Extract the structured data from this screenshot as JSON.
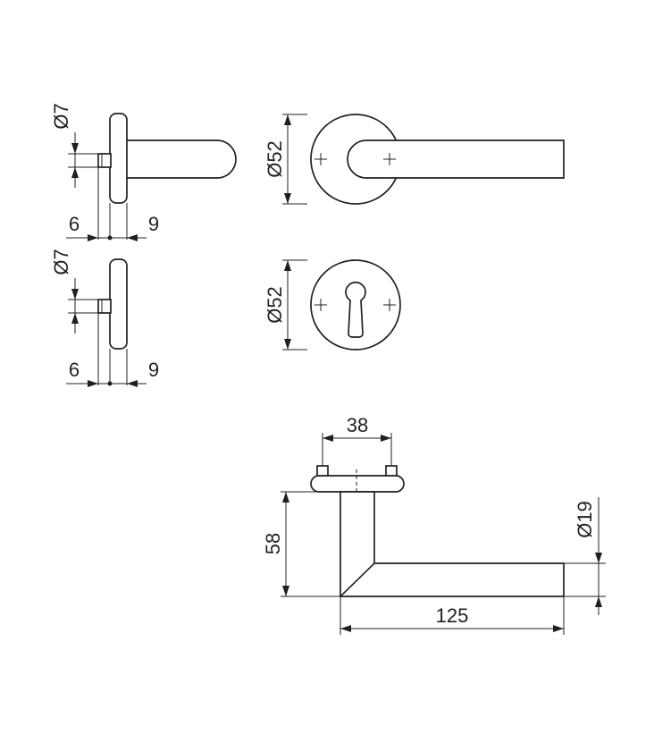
{
  "dimensions": {
    "side_top_bolt_dia": "Ø7",
    "side_top_left": "6",
    "side_top_right": "9",
    "side_bottom_bolt_dia": "Ø7",
    "side_bottom_left": "6",
    "side_bottom_right": "9",
    "front_rose_dia": "Ø52",
    "front_escutcheon_dia": "Ø52",
    "plan_bolt_spacing": "38",
    "plan_projection": "58",
    "plan_lever_dia": "Ø19",
    "plan_lever_length": "125"
  },
  "colors": {
    "line": "#231f20",
    "background": "#ffffff"
  }
}
